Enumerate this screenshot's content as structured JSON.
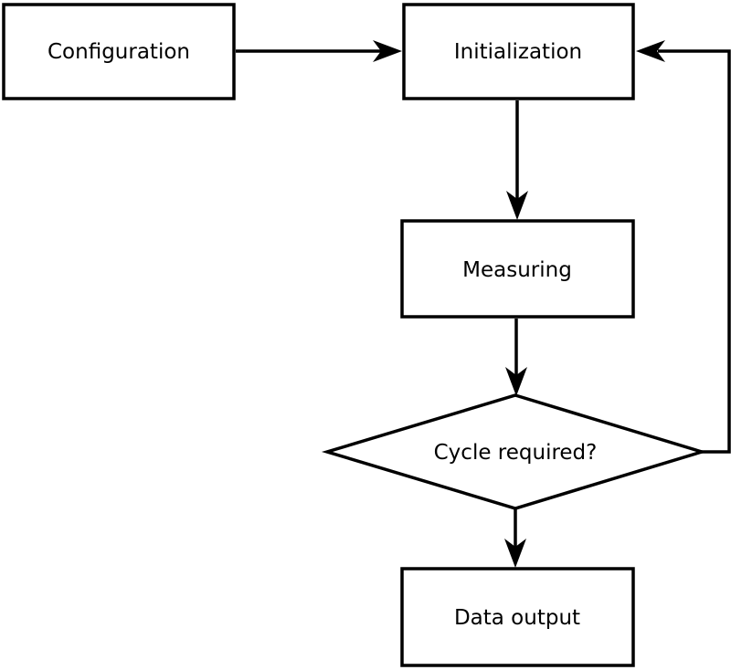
{
  "diagram": {
    "background_color": "#ffffff",
    "line_color": "#000000",
    "text_color": "#000000",
    "nodes": {
      "configuration": {
        "label": "Configuration",
        "shape": "rectangle"
      },
      "initialization": {
        "label": "Initialization",
        "shape": "rectangle"
      },
      "measuring": {
        "label": "Measuring",
        "shape": "rectangle"
      },
      "cycle_required": {
        "label": "Cycle required?",
        "shape": "diamond"
      },
      "data_output": {
        "label": "Data output",
        "shape": "rectangle"
      }
    },
    "edges": [
      {
        "from": "configuration",
        "to": "initialization",
        "direction": "right"
      },
      {
        "from": "initialization",
        "to": "measuring",
        "direction": "down"
      },
      {
        "from": "measuring",
        "to": "cycle_required",
        "direction": "down"
      },
      {
        "from": "cycle_required",
        "to": "data_output",
        "direction": "down"
      },
      {
        "from": "cycle_required",
        "to": "initialization",
        "direction": "right-up-loop"
      }
    ]
  }
}
